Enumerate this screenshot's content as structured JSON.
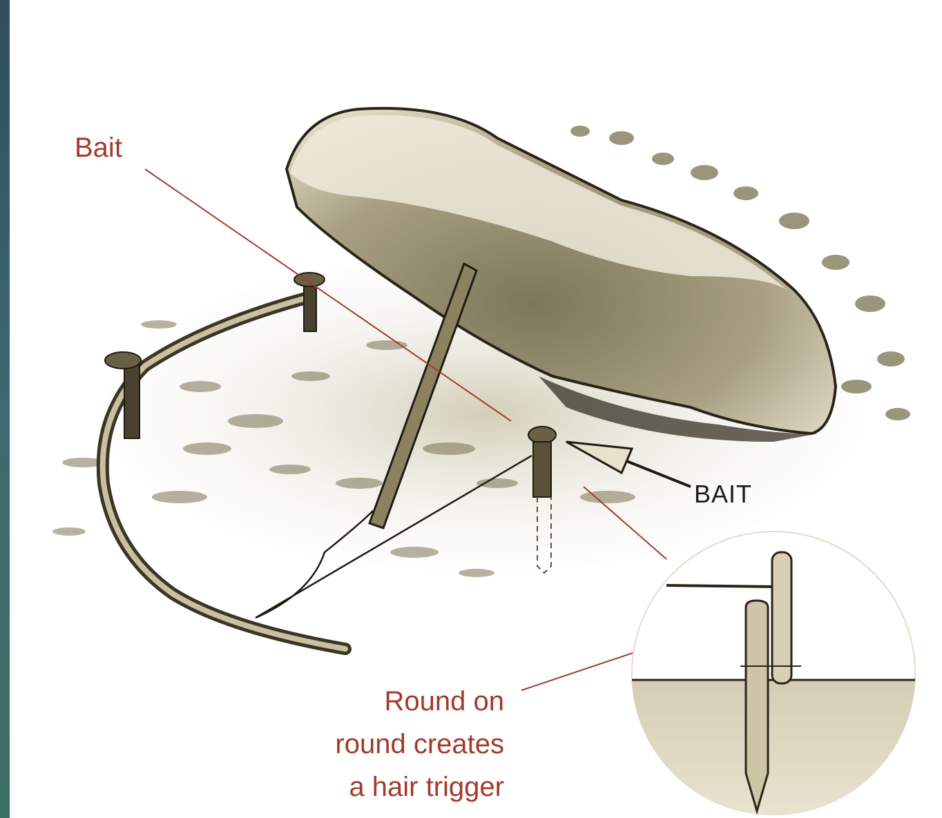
{
  "labels": {
    "bait_top": "Bait",
    "bait_arrow": "BAIT",
    "trigger_caption": [
      "Round on",
      "round creates",
      "a hair trigger"
    ]
  },
  "colors": {
    "label_red": "#a33a2b",
    "ink": "#2a2418",
    "sepia": "#8a7d5c",
    "rock_light": "#e8e2cc",
    "rock_shadow": "#8d8464"
  }
}
